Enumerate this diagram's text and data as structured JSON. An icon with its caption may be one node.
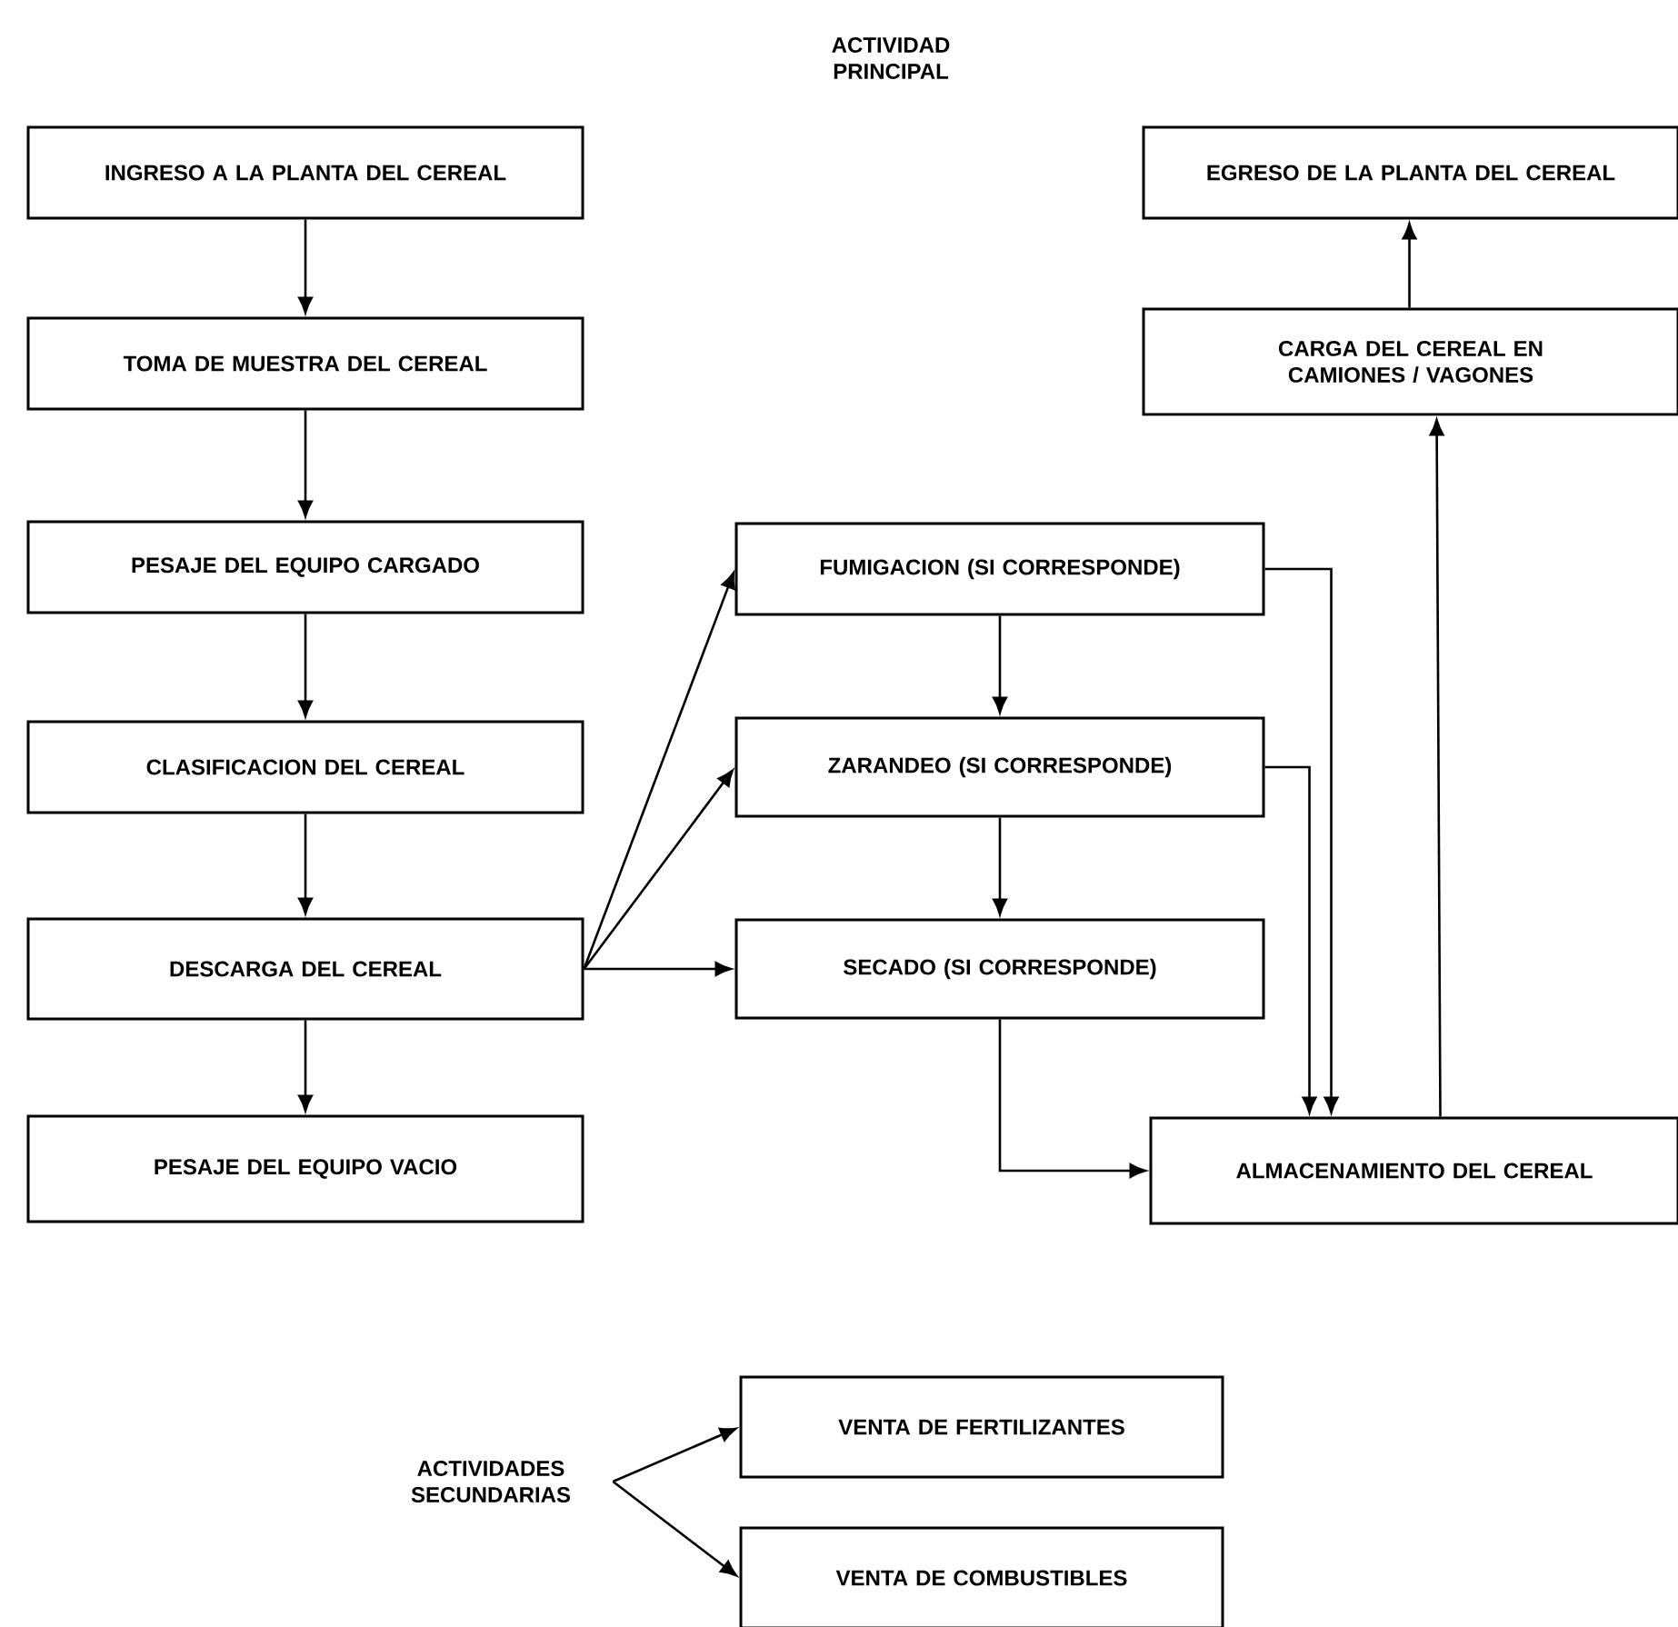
{
  "diagram": {
    "title": "ACTIVIDAD PRINCIPAL",
    "nodes": [
      {
        "text": [
          "INGRESO A LA PLANTA DEL CEREAL"
        ]
      },
      {
        "text": [
          "TOMA DE MUESTRA DEL CEREAL"
        ]
      },
      {
        "text": [
          "PESAJE DEL EQUIPO CARGADO"
        ]
      },
      {
        "text": [
          "CLASIFICACION DEL CEREAL"
        ]
      },
      {
        "text": [
          "DESCARGA DEL CEREAL"
        ]
      },
      {
        "text": [
          "PESAJE DEL EQUIPO VACIO"
        ]
      },
      {
        "text": [
          "FUMIGACION (SI CORRESPONDE)"
        ]
      },
      {
        "text": [
          "ZARANDEO (SI CORRESPONDE)"
        ]
      },
      {
        "text": [
          "SECADO (SI CORRESPONDE)"
        ]
      },
      {
        "text": [
          "ALMACENAMIENTO DEL CEREAL"
        ]
      },
      {
        "text": [
          "CARGA DEL CEREAL EN CAMIONES / VAGONES"
        ]
      },
      {
        "text": [
          "EGRESO DE LA PLANTA DEL CEREAL"
        ]
      },
      {
        "text": [
          "ACTIVIDADES SECUNDARIAS"
        ]
      },
      {
        "text": [
          "VENTA DE FERTILIZANTES"
        ]
      },
      {
        "text": [
          "VENTA DE COMBUSTIBLES"
        ]
      }
    ],
    "edges": [
      {
        "from": 0,
        "to": 1,
        "arrow": "to"
      },
      {
        "from": 1,
        "to": 2,
        "arrow": "to"
      },
      {
        "from": 2,
        "to": 3,
        "arrow": "to"
      },
      {
        "from": 3,
        "to": 4,
        "arrow": "to"
      },
      {
        "from": 4,
        "to": 5,
        "arrow": "to"
      },
      {
        "from": 4,
        "to": 6,
        "arrow": "to"
      },
      {
        "from": 4,
        "to": 7,
        "arrow": "to"
      },
      {
        "from": 4,
        "to": 8,
        "arrow": "to"
      },
      {
        "from": 6,
        "to": 7,
        "arrow": "to"
      },
      {
        "from": 7,
        "to": 8,
        "arrow": "to"
      },
      {
        "from": 6,
        "to": 9,
        "arrow": "to"
      },
      {
        "from": 7,
        "to": 9,
        "arrow": "to"
      },
      {
        "from": 8,
        "to": 9,
        "arrow": "to"
      },
      {
        "from": 9,
        "to": 10,
        "arrow": "to"
      },
      {
        "from": 10,
        "to": 11,
        "arrow": "to"
      },
      {
        "from": 12,
        "to": 13,
        "arrow": "to"
      },
      {
        "from": 12,
        "to": 14,
        "arrow": "to"
      }
    ]
  }
}
